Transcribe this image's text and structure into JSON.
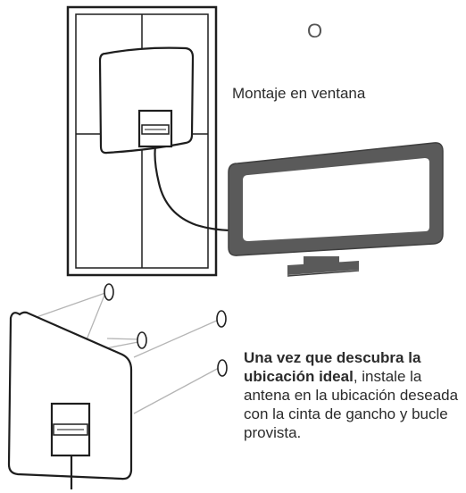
{
  "or_label": "O",
  "window_caption": "Montaje en ventana",
  "instructions": {
    "bold": "Una vez que descubra la ubicación ideal",
    "rest": ", instale la antena en la ubicación deseada con la cinta de gancho y bucle provista."
  },
  "colors": {
    "line": "#1e1e1e",
    "tv_frame": "#5a5a5a",
    "guide_lines": "#b5b5b5"
  }
}
